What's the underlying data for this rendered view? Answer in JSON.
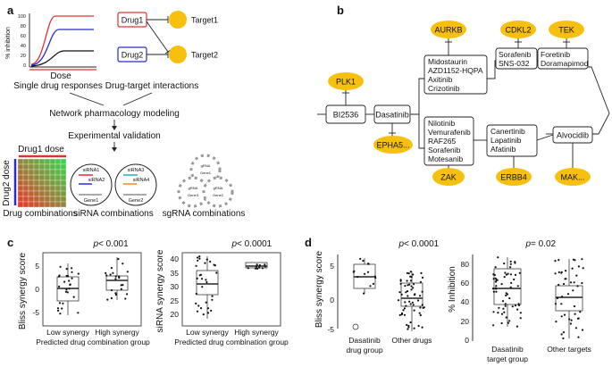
{
  "panels": {
    "a": "a",
    "b": "b",
    "c": "c",
    "d": "d"
  },
  "a": {
    "ylabel": "% inhibition",
    "yticks": [
      "100",
      "80",
      "60",
      "40",
      "20",
      "0"
    ],
    "xlabel": "Dose",
    "single_label": "Single drug responses",
    "drug1": "Drug1",
    "drug2": "Drug2",
    "target1": "Target1",
    "target2": "Target2",
    "dti_label": "Drug-target interactions",
    "network": "Network pharmacology modeling",
    "validation": "Experimental validation",
    "drug1_dose": "Drug1 dose",
    "drug2_dose": "Drug2 dose",
    "drug_comb": "Drug combinations",
    "sirna_comb": "siRNA combinations",
    "sgrna_comb": "sgRNA combinations",
    "sirna": {
      "a1": "siRNA1",
      "a2": "siRNA2",
      "gene1": "Gene1",
      "a3": "siRNA3",
      "a4": "siRNA4",
      "gene2": "Gene2"
    },
    "sgrna": {
      "g1": "gRNA",
      "g2": "gRNA",
      "g3": "gRNA",
      "gene1": "Gene1",
      "gene2": "Gene2",
      "gene3": "Gene3"
    },
    "colors": {
      "drug1": "#e03030",
      "drug2": "#2a2ad0"
    }
  },
  "b": {
    "targets": [
      "PLK1",
      "AURKB",
      "CDKL2",
      "TEK",
      "EPHA5...",
      "ZAK",
      "ERBB4",
      "MAK..."
    ],
    "bi2536": "BI2536",
    "dasatinib": "Dasatinib",
    "alvocidib": "Alvocidib",
    "group1": [
      "Midostaurin",
      "AZD1152-HQPA",
      "Axitinib",
      "Crizotinib"
    ],
    "group2": [
      "Sorafenib",
      "SNS-032"
    ],
    "group3": [
      "Foretinib",
      "Doramapimod"
    ],
    "group4": [
      "Nilotinib",
      "Vemurafenib",
      "RAF265",
      "Sorafenib",
      "Motesanib"
    ],
    "group5": [
      "Canertinib",
      "Lapatinib",
      "Afatinib"
    ]
  },
  "c": {
    "plot1": {
      "p": "p",
      "p_rest": " < 0.001",
      "ylabel": "Bliss synergy score",
      "yticks": [
        "-5",
        "0",
        "5"
      ],
      "groups": [
        "Low synergy",
        "High synergy"
      ],
      "xlabel": "Predicted drug combination group"
    },
    "plot2": {
      "p": "p",
      "p_rest": " < 0.0001",
      "ylabel": "siRNA synergy score",
      "yticks": [
        "20",
        "25",
        "30",
        "35",
        "40"
      ],
      "groups": [
        "Low synergy",
        "High synergy"
      ],
      "xlabel": "Predicted drug combination group"
    }
  },
  "d": {
    "plot1": {
      "p": "p",
      "p_rest": " < 0.0001",
      "ylabel": "Bliss synergy score",
      "yticks": [
        "5",
        "0",
        "-5"
      ],
      "group1a": "Dasatinib",
      "group1b": "drug group",
      "group2": "Other drugs"
    },
    "plot2": {
      "p": "p",
      "p_rest": " = 0.02",
      "ylabel": "% Inhibition",
      "yticks": [
        "80",
        "60",
        "40",
        "20",
        "0"
      ],
      "group1a": "Dasatinib",
      "group1b": "target group",
      "group2": "Other targets"
    }
  }
}
